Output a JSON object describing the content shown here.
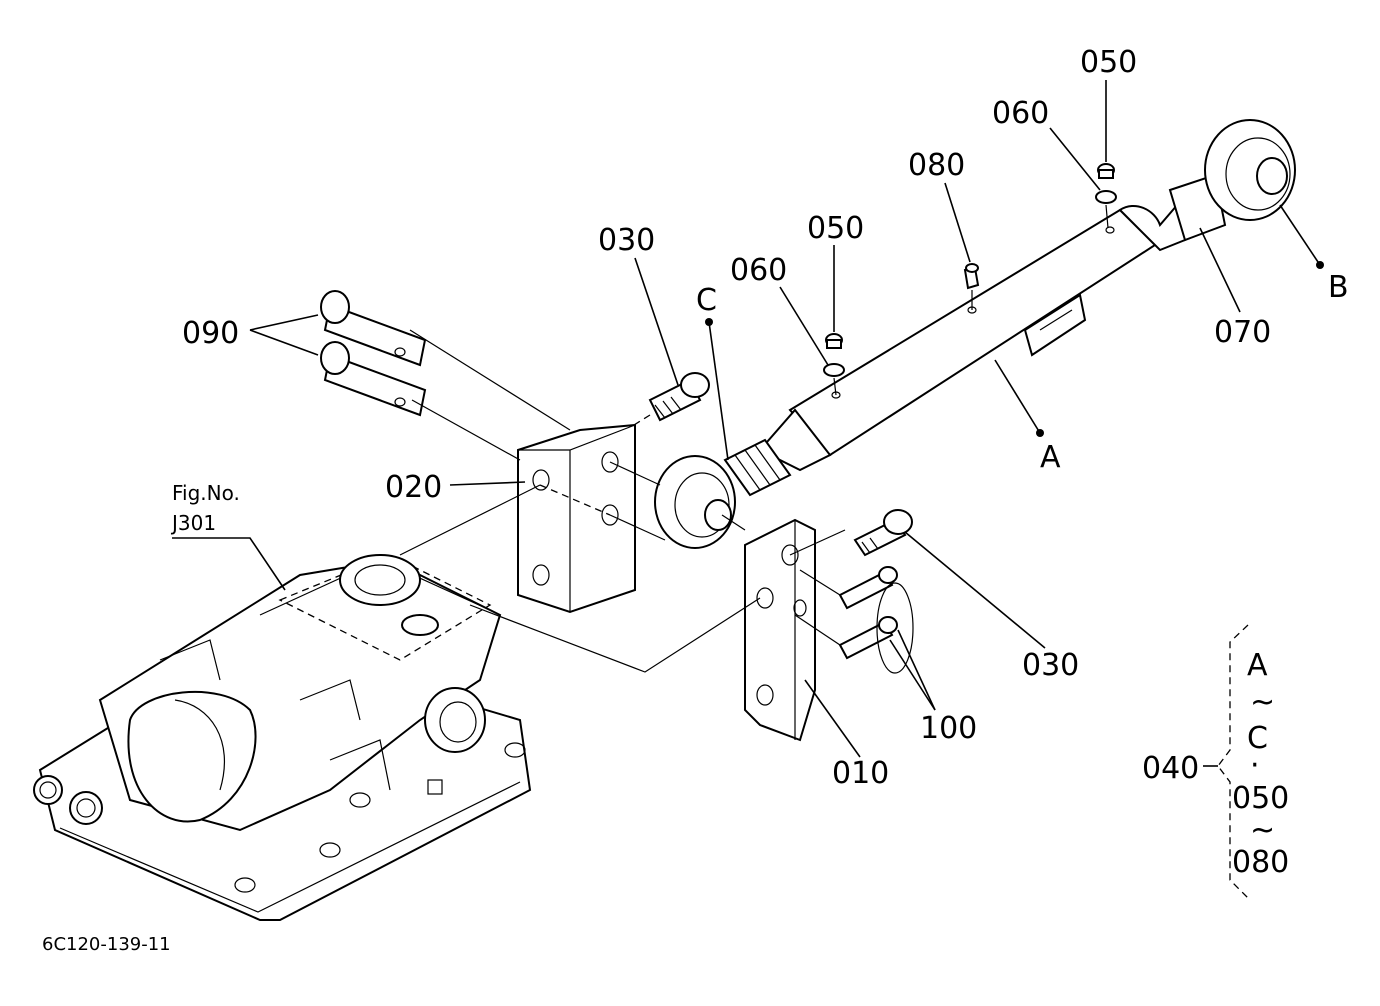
{
  "labels": {
    "p050_top": "050",
    "p060_top": "060",
    "p080": "080",
    "p050_mid": "050",
    "p060_mid": "060",
    "p030_top": "030",
    "p090": "090",
    "p020": "020",
    "p030_right": "030",
    "p100": "100",
    "p010": "010",
    "p070": "070",
    "ref_a": "A",
    "ref_b": "B",
    "ref_c": "C",
    "fig_ref_line1": "Fig.No.",
    "fig_ref_line2": "J301",
    "drawing_code": "6C120-139-11"
  },
  "assembly_note": {
    "part_no": "040",
    "line1": "A",
    "tilde1": "~",
    "line2": "C",
    "dot": "·",
    "line3": "050",
    "tilde2": "~",
    "line4": "080"
  }
}
